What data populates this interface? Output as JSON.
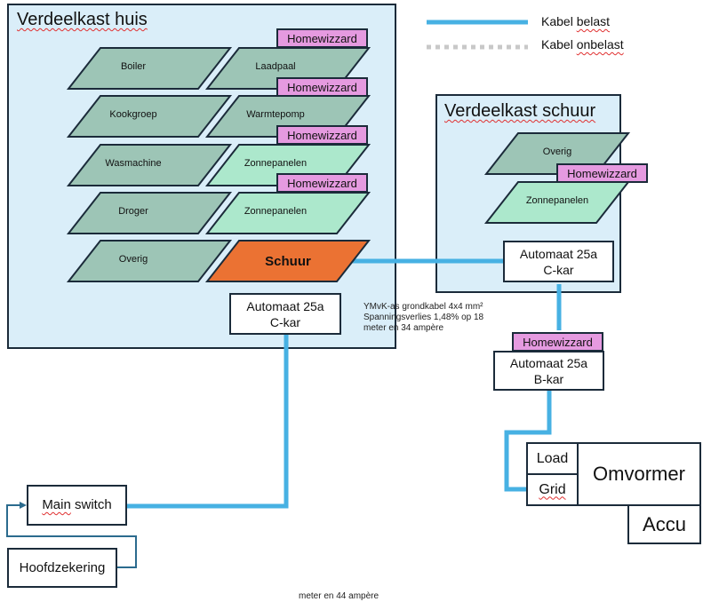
{
  "legend": {
    "loaded_cable": "Kabel belast",
    "unloaded_cable": "Kabel onbelast",
    "loaded_color": "#47b1e3",
    "unloaded_color": "#c8c8c8"
  },
  "house_panel": {
    "title": "Verdeelkast huis",
    "groups_left": [
      "Boiler",
      "Kookgroep",
      "Wasmachine",
      "Droger",
      "Overig"
    ],
    "groups_right": [
      "Laadpaal",
      "Warmtepomp",
      "Zonnepanelen",
      "Zonnepanelen",
      "Schuur"
    ],
    "meter_label": "Homewizzard",
    "breaker": {
      "line1": "Automaat 25a",
      "line2": "C-kar"
    }
  },
  "shed_panel": {
    "title": "Verdeelkast schuur",
    "groups": [
      "Overig",
      "Zonnepanelen"
    ],
    "meter_label": "Homewizzard",
    "breaker": {
      "line1": "Automaat 25a",
      "line2": "C-kar"
    }
  },
  "cable_note": {
    "line1": "YMvK-as grondkabel 4x4 mm²",
    "line2": "Spanningsverlies 1,48% op 18",
    "line3": "meter en 34 ampère"
  },
  "bottom_note": "meter en 44 ampère",
  "inverter_chain": {
    "meter_label": "Homewizzard",
    "breaker": {
      "line1": "Automaat 25a",
      "line2": "B-kar"
    },
    "load": "Load",
    "grid": "Grid",
    "inverter": "Omvormer",
    "battery": "Accu"
  },
  "main_switch": "Main switch",
  "main_fuse": "Hoofdzekering",
  "colors": {
    "panel_bg": "#daeef9",
    "group_dark": "#9dc5b6",
    "group_light": "#ace8cc",
    "group_highlight": "#eb7233",
    "meter": "#e59ae0",
    "border": "#1b2b3a"
  }
}
